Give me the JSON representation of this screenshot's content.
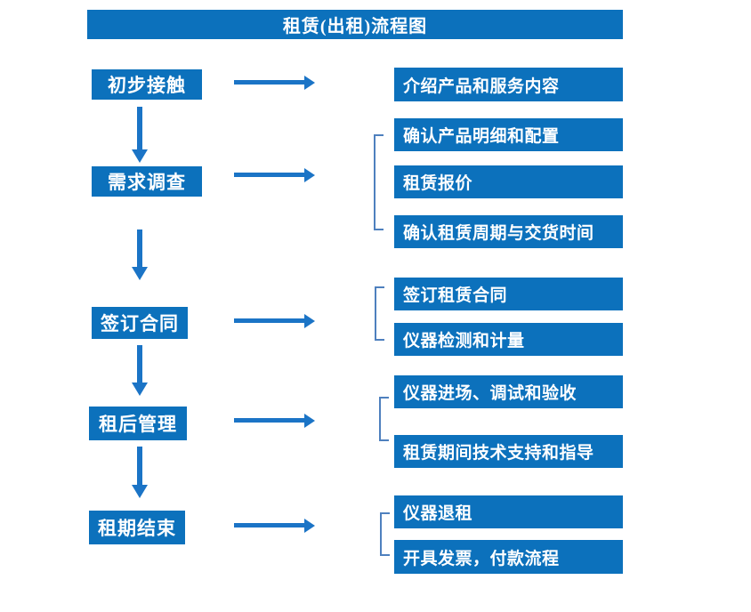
{
  "title": "租赁(出租)流程图",
  "colors": {
    "box_blue": "#0C71BC",
    "arrow_blue": "#1B74C6",
    "bracket_blue": "#4E80BE",
    "text_white": "#FFFFFF",
    "background": "#FFFFFF"
  },
  "stages": [
    {
      "label": "初步接触",
      "outputs": [
        "介绍产品和服务内容"
      ]
    },
    {
      "label": "需求调查",
      "outputs": [
        "确认产品明细和配置",
        "租赁报价",
        "确认租赁周期与交货时间"
      ]
    },
    {
      "label": "签订合同",
      "outputs": [
        "签订租赁合同",
        "仪器检测和计量"
      ]
    },
    {
      "label": "租后管理",
      "outputs": [
        "仪器进场、调试和验收",
        "租赁期间技术支持和指导"
      ]
    },
    {
      "label": "租期结束",
      "outputs": [
        "仪器退租",
        "开具发票，付款流程"
      ]
    }
  ]
}
